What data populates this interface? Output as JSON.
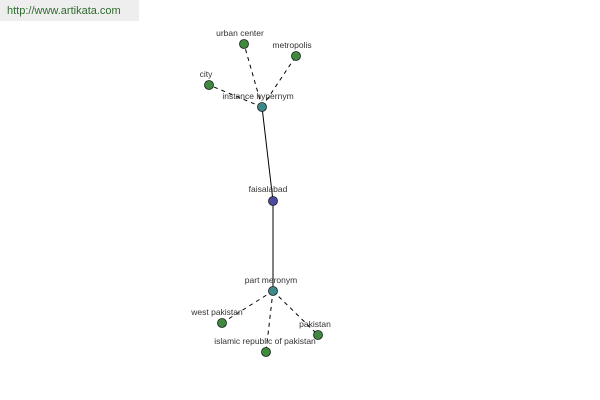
{
  "site_url": "http://www.artikata.com",
  "colors": {
    "leaf": "#3f8a3f",
    "relation": "#3d8a8a",
    "center": "#4a4aa0",
    "edge": "#000000",
    "banner_text": "#2e6b2e"
  },
  "nodes": {
    "center": {
      "label": "faisalabad",
      "kind": "center"
    },
    "hypernym": {
      "label": "instance hypernym",
      "kind": "relation"
    },
    "meronym": {
      "label": "part meronym",
      "kind": "relation"
    },
    "urban_center": {
      "label": "urban center",
      "kind": "leaf"
    },
    "metropolis": {
      "label": "metropolis",
      "kind": "leaf"
    },
    "city": {
      "label": "city",
      "kind": "leaf"
    },
    "west_pakistan": {
      "label": "west pakistan",
      "kind": "leaf"
    },
    "islamic_republic": {
      "label": "islamic republic of pakistan",
      "kind": "leaf"
    },
    "pakistan": {
      "label": "pakistan",
      "kind": "leaf"
    }
  },
  "edges": [
    {
      "from": "center",
      "to": "hypernym",
      "style": "solid"
    },
    {
      "from": "center",
      "to": "meronym",
      "style": "solid"
    },
    {
      "from": "hypernym",
      "to": "urban_center",
      "style": "dashed"
    },
    {
      "from": "hypernym",
      "to": "metropolis",
      "style": "dashed"
    },
    {
      "from": "hypernym",
      "to": "city",
      "style": "dashed"
    },
    {
      "from": "meronym",
      "to": "west_pakistan",
      "style": "dashed"
    },
    {
      "from": "meronym",
      "to": "islamic_republic",
      "style": "dashed"
    },
    {
      "from": "meronym",
      "to": "pakistan",
      "style": "dashed"
    }
  ]
}
